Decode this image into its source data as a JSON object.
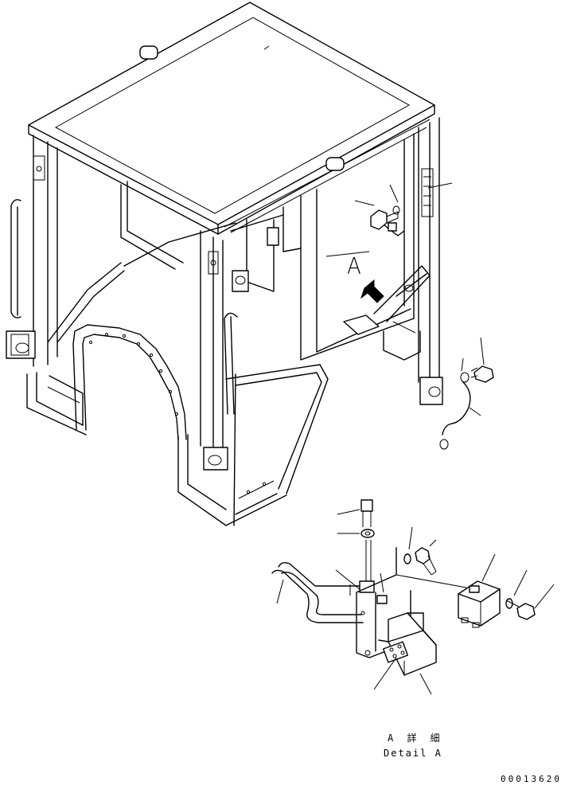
{
  "labels": {
    "view_letter": "A",
    "detail_title": "A 詳 細",
    "detail_subtitle": "Detail A",
    "drawing_number": "00013620"
  }
}
